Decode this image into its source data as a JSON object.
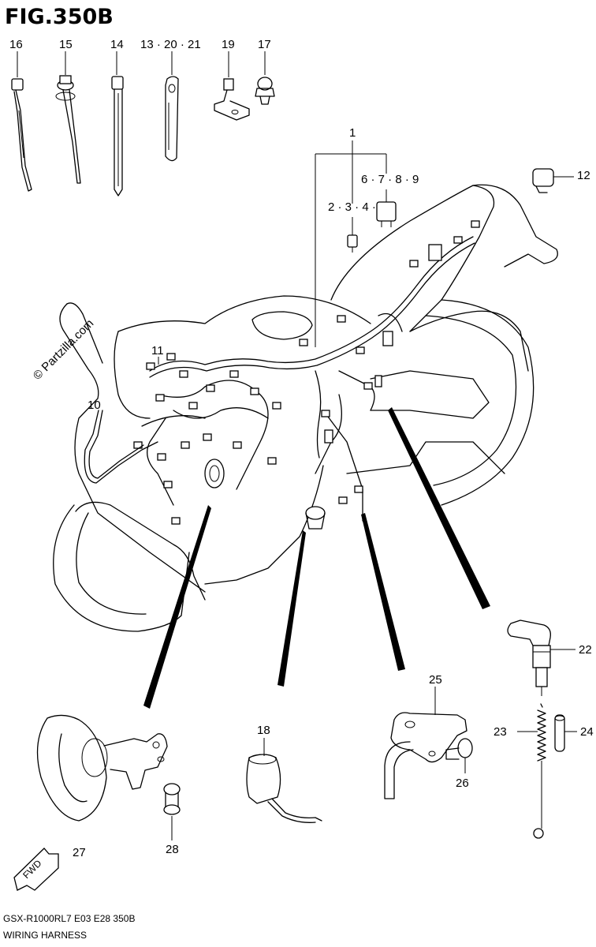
{
  "figure": {
    "title": "FIG.350B",
    "model_code": "GSX-R1000RL7  E03  E28  350B",
    "section": "WIRING HARNESS",
    "watermark": "© Partzilla.com",
    "fwd_label": "FWD"
  },
  "callouts": {
    "c16": "16",
    "c15": "15",
    "c14": "14",
    "c13": "13 · 20 · 21",
    "c19": "19",
    "c17": "17",
    "c1": "1",
    "c6": "6 · 7 · 8 · 9",
    "c2": "2 · 3 · 4 · 5",
    "c12": "12",
    "c11": "11",
    "c10": "10",
    "c22": "22",
    "c23": "23",
    "c24": "24",
    "c25": "25",
    "c26": "26",
    "c18": "18",
    "c27": "27",
    "c28": "28"
  }
}
